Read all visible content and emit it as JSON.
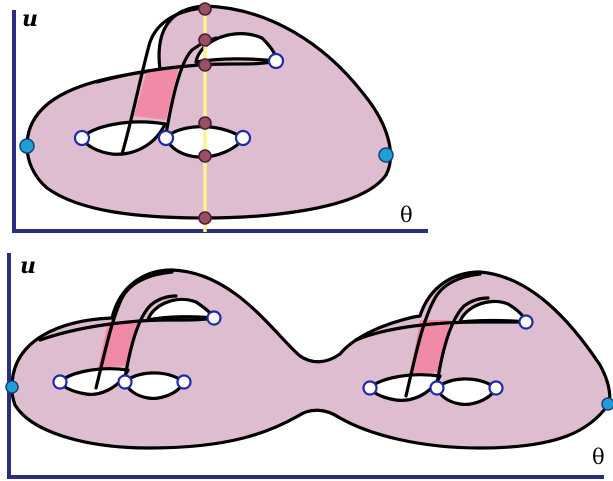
{
  "panels": [
    {
      "u_label": "u",
      "theta_label": "θ"
    },
    {
      "u_label": "u",
      "theta_label": "θ"
    }
  ],
  "colors": {
    "surface": "#dfbdd0",
    "band": "#f08aa6",
    "axes": "#2b2c86",
    "slice_line": "#fbf38e",
    "endpoint": "#1e9fd6",
    "critical_point": "#9b4f63",
    "open_point": "#ffffff"
  }
}
